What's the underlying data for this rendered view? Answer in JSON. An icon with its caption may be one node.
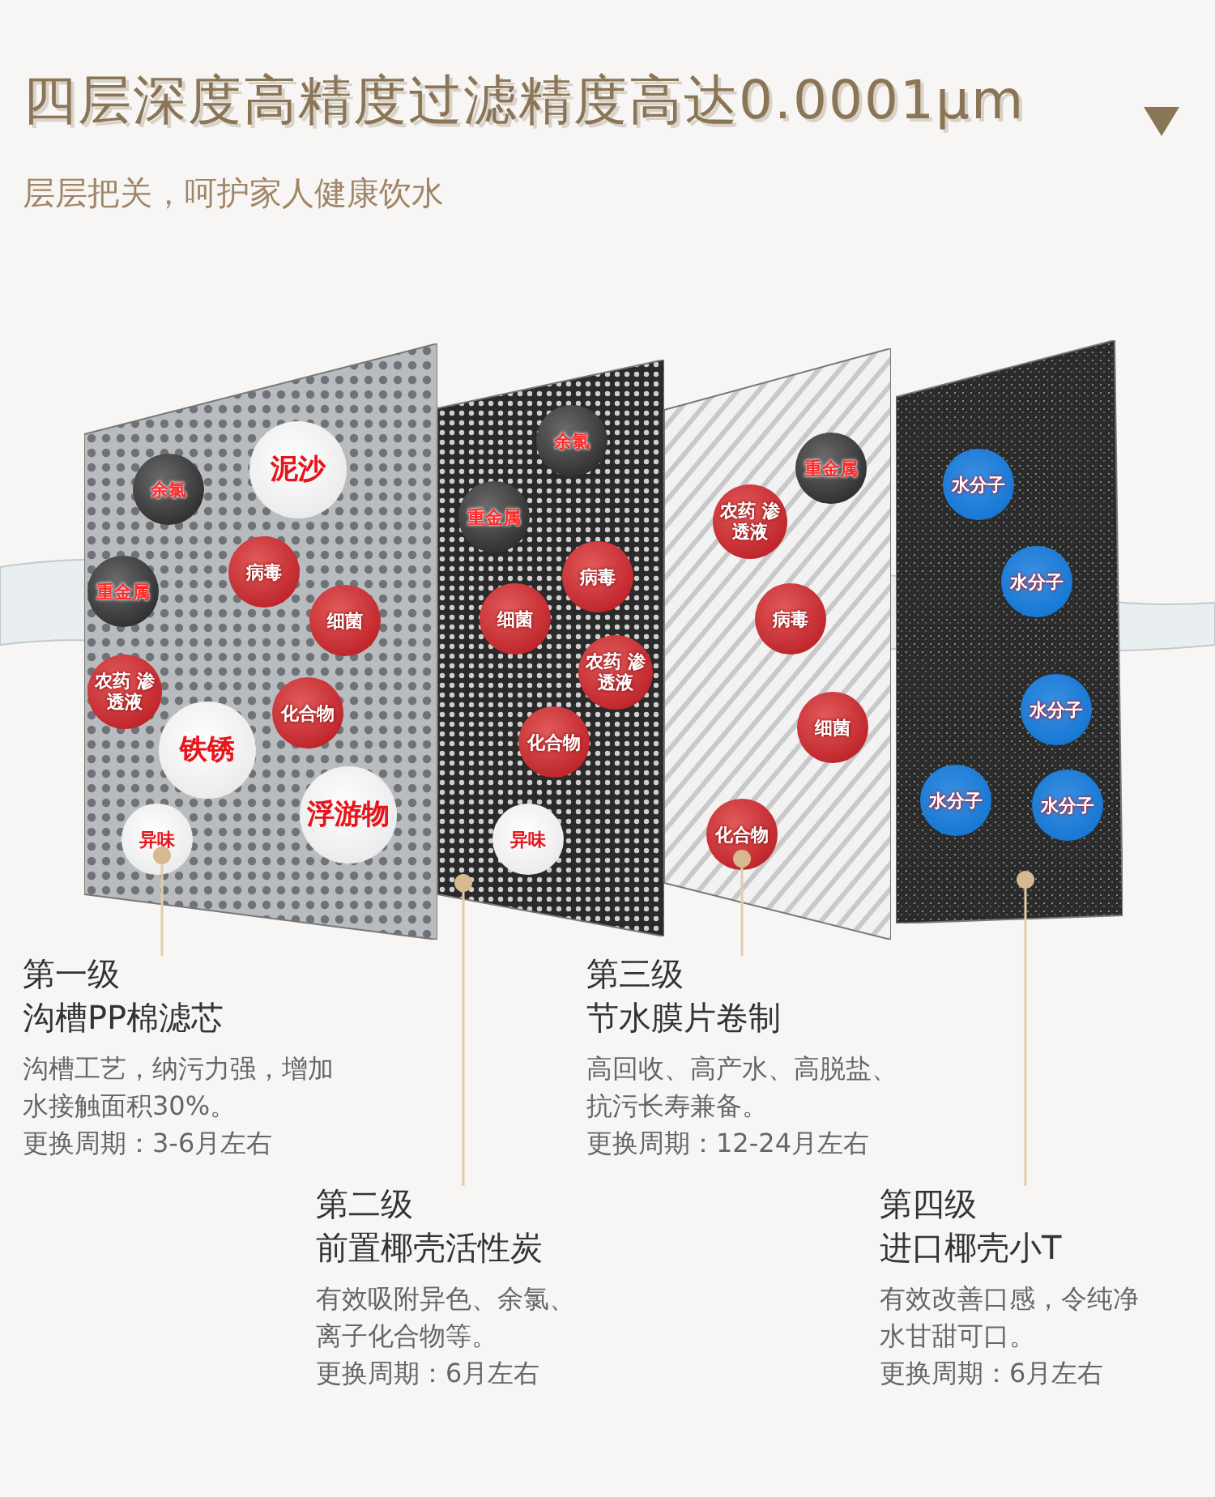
{
  "diagram": {
    "title": "四层深度高精度过滤精度高达0.0001μm",
    "nodes": [
      {
        "text": [],
        "shape": "box"
      },
      {
        "text": [
          "余氯"
        ],
        "in": 0
      },
      {
        "text": [
          "泥沙"
        ],
        "in": 0
      },
      {
        "text": [
          "重金属"
        ],
        "in": 0
      },
      {
        "text": [
          "病毒"
        ],
        "in": 0
      },
      {
        "text": [
          "细菌"
        ],
        "in": 0
      },
      {
        "text": [
          "农药 渗透液"
        ],
        "in": 0
      },
      {
        "text": [
          "化合物"
        ],
        "in": 0
      },
      {
        "text": [
          "铁锈"
        ],
        "in": 0
      },
      {
        "text": [
          "浮游物"
        ],
        "in": 0
      },
      {
        "text": [
          "异味"
        ],
        "in": 0
      },
      {
        "text": [],
        "shape": "box"
      },
      {
        "text": [
          "余氯"
        ],
        "in": 11
      },
      {
        "text": [
          "重金属"
        ],
        "in": 11
      },
      {
        "text": [
          "病毒"
        ],
        "in": 11
      },
      {
        "text": [
          "细菌"
        ],
        "in": 11
      },
      {
        "text": [
          "农药 渗透液"
        ],
        "in": 11
      },
      {
        "text": [
          "化合物"
        ],
        "in": 11
      },
      {
        "text": [
          "异味"
        ],
        "in": 11
      },
      {
        "text": [],
        "shape": "box"
      },
      {
        "text": [
          "重金属"
        ],
        "in": 19
      },
      {
        "text": [
          "农药 渗透液"
        ],
        "in": 19
      },
      {
        "text": [
          "病毒"
        ],
        "in": 19
      },
      {
        "text": [
          "细菌"
        ],
        "in": 19
      },
      {
        "text": [
          "化合物"
        ],
        "in": 19
      },
      {
        "text": [],
        "shape": "box"
      },
      {
        "text": [
          "水分子"
        ],
        "in": 25
      },
      {
        "text": [
          "水分子"
        ],
        "in": 25
      },
      {
        "text": [
          "水分子"
        ],
        "in": 25
      },
      {
        "text": [
          "水分子"
        ],
        "in": 25
      },
      {
        "text": [
          "水分子"
        ],
        "in": 25
      },
      {
        "text": [
          "第一级",
          "沟槽PP棉滤芯",
          "沟槽工艺，纳污力强，增加水接触面积30%。",
          "更换周期：3-6月左右"
        ]
      },
      {
        "text": [
          "第二级",
          "前置椰壳活性炭",
          "有效吸附异色、余氯、离子化合物等。",
          "更换周期：6月左右"
        ]
      },
      {
        "text": [
          "第三级",
          "节水膜片卷制",
          "高回收、高产水、高脱盐、抗污长寿兼备。",
          "更换周期：12-24月左右"
        ]
      },
      {
        "text": [
          "第四级",
          "进口椰壳小T",
          "有效改善口感，令纯净水甘甜可口。",
          "更换周期：6月左右"
        ]
      }
    ],
    "edges": [
      {
        "from": 31,
        "to": 0,
        "arrow": "other"
      },
      {
        "from": 32,
        "to": 11,
        "arrow": "other"
      },
      {
        "from": 33,
        "to": 19,
        "arrow": "other"
      },
      {
        "from": 34,
        "to": 25,
        "arrow": "other"
      }
    ],
    "labels": [
      "层层把关，呵护家人健康饮水"
    ]
  }
}
